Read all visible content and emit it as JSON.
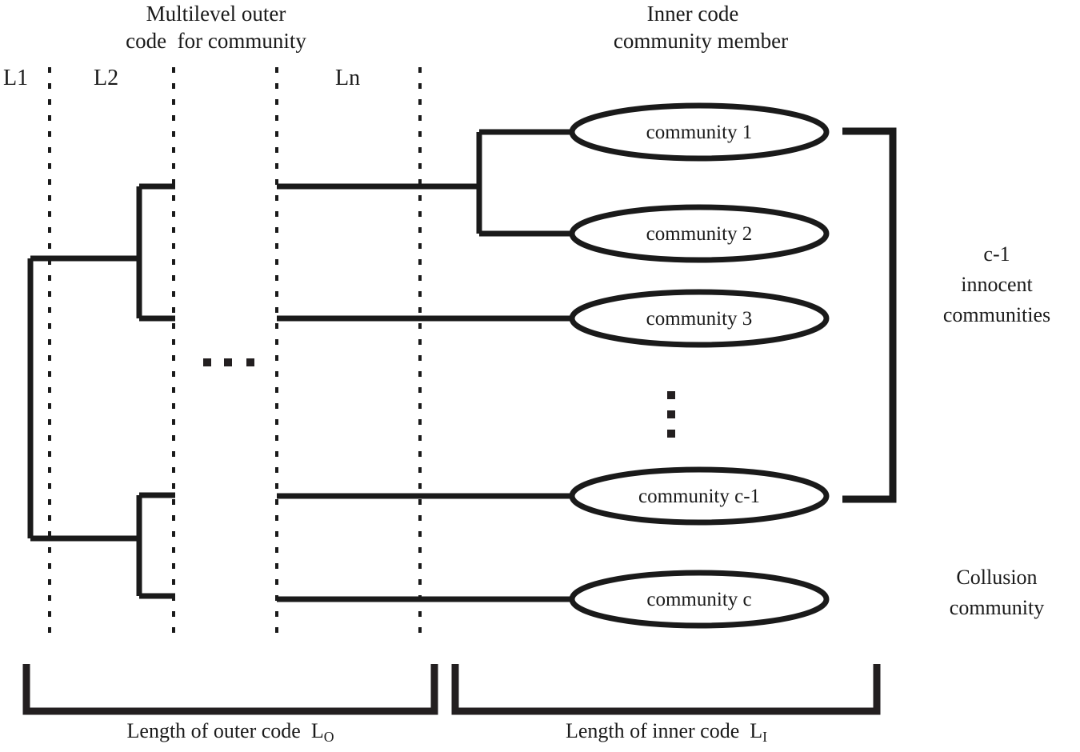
{
  "figure": {
    "type": "concatenated-code-tree-diagram",
    "background_color": "#ffffff",
    "stroke_color": "#1a1a1a"
  },
  "headings": {
    "outer_line1": "Multilevel outer",
    "outer_line2": "code  for community",
    "inner_line1": "Inner code",
    "inner_line2": "community member"
  },
  "levels": [
    {
      "label": "L1"
    },
    {
      "label": "L2"
    },
    {
      "label": "Ln"
    }
  ],
  "nodes": [
    {
      "label": "community 1"
    },
    {
      "label": "community 2"
    },
    {
      "label": "community 3"
    },
    {
      "label": "community c-1"
    },
    {
      "label": "community c"
    }
  ],
  "ellipsis": {
    "horizontal": "...",
    "vertical": ":"
  },
  "annotations": {
    "innocent_line1": "c-1",
    "innocent_line2": "innocent",
    "innocent_line3": "communities",
    "collusion_line1": "Collusion",
    "collusion_line2": "community"
  },
  "measures": {
    "outer_label_text": "Length of outer code  L",
    "outer_label_sub": "O",
    "inner_label_text": "Length of inner code  L",
    "inner_label_sub": "I"
  }
}
